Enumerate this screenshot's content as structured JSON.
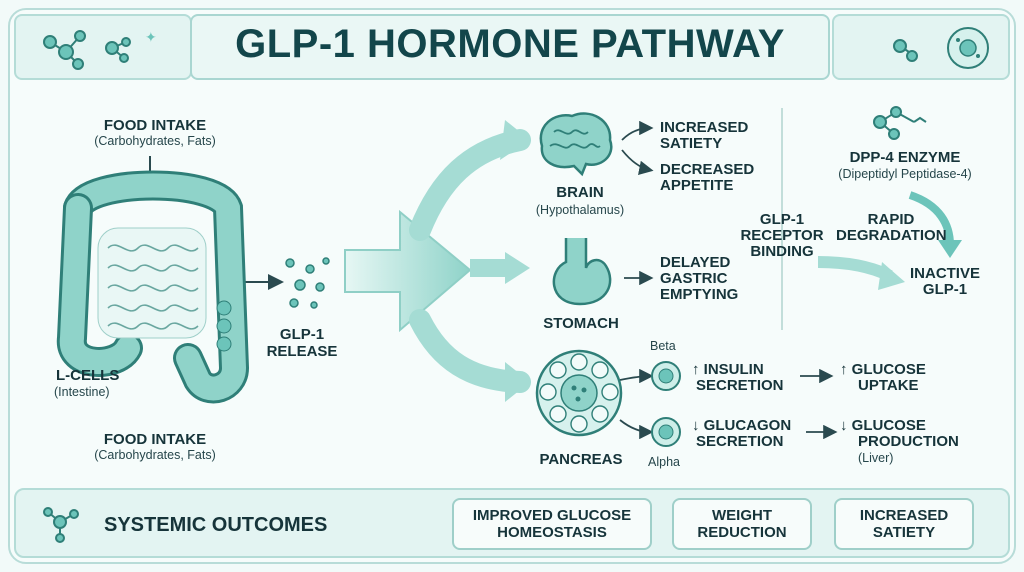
{
  "title": "GLP-1 HORMONE PATHWAY",
  "food_top": {
    "label": "FOOD INTAKE",
    "sub": "(Carbohydrates, Fats)"
  },
  "food_bottom": {
    "label": "FOOD INTAKE",
    "sub": "(Carbohydrates, Fats)"
  },
  "lcells": {
    "label": "L-CELLS",
    "sub": "(Intestine)"
  },
  "release": {
    "line1": "GLP-1",
    "line2": "RELEASE"
  },
  "brain": {
    "label": "BRAIN",
    "sub": "(Hypothalamus)",
    "effect1_a": "INCREASED",
    "effect1_b": "SATIETY",
    "effect2_a": "DECREASED",
    "effect2_b": "APPETITE"
  },
  "stomach": {
    "label": "STOMACH",
    "effect_a": "DELAYED",
    "effect_b": "GASTRIC",
    "effect_c": "EMPTYING"
  },
  "pancreas": {
    "label": "PANCREAS",
    "beta": "Beta",
    "alpha": "Alpha",
    "insulin_a": "↑ INSULIN",
    "insulin_b": "SECRETION",
    "glucagon_a": "↓ GLUCAGON",
    "glucagon_b": "SECRETION",
    "uptake_a": "↑ GLUCOSE",
    "uptake_b": "UPTAKE",
    "production_a": "↓ GLUCOSE",
    "production_b": "PRODUCTION",
    "production_c": "(Liver)"
  },
  "receptor": {
    "line1": "GLP-1",
    "line2": "RECEPTOR",
    "line3": "BINDING"
  },
  "dpp4": {
    "label": "DPP-4 ENZYME",
    "sub": "(Dipeptidyl Peptidase-4)",
    "rapid_a": "RAPID",
    "rapid_b": "DEGRADATION",
    "inactive_a": "INACTIVE",
    "inactive_b": "GLP-1"
  },
  "outcomes": {
    "heading": "SYSTEMIC OUTCOMES",
    "o1_a": "IMPROVED GLUCOSE",
    "o1_b": "HOMEOSTASIS",
    "o2_a": "WEIGHT",
    "o2_b": "REDUCTION",
    "o3_a": "INCREASED",
    "o3_b": "SATIETY"
  },
  "colors": {
    "teal": "#5bb8ae",
    "dark_teal": "#2f7f78",
    "light_teal": "#c7ebe6",
    "text": "#16343a"
  },
  "icons": [
    "molecule-icon",
    "cell-icon",
    "intestine-icon",
    "brain-icon",
    "stomach-icon",
    "pancreas-icon",
    "arrow-icon"
  ]
}
